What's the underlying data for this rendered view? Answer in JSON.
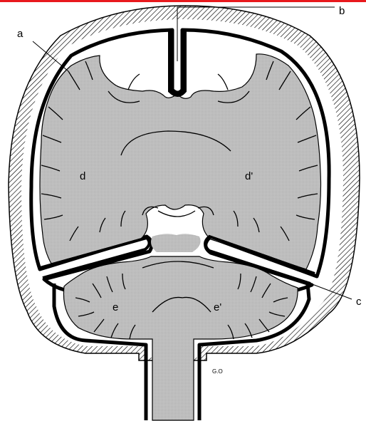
{
  "labels": {
    "a": "a",
    "b": "b",
    "c": "c",
    "d": "d",
    "d_prime": "d'",
    "e": "e",
    "e_prime": "e'"
  },
  "signature": "G.O",
  "colors": {
    "top_border": "#e8191d",
    "tissue": "#c0c0c0",
    "membrane": "#000000",
    "skull_hatch": "#000000",
    "background": "#ffffff"
  }
}
